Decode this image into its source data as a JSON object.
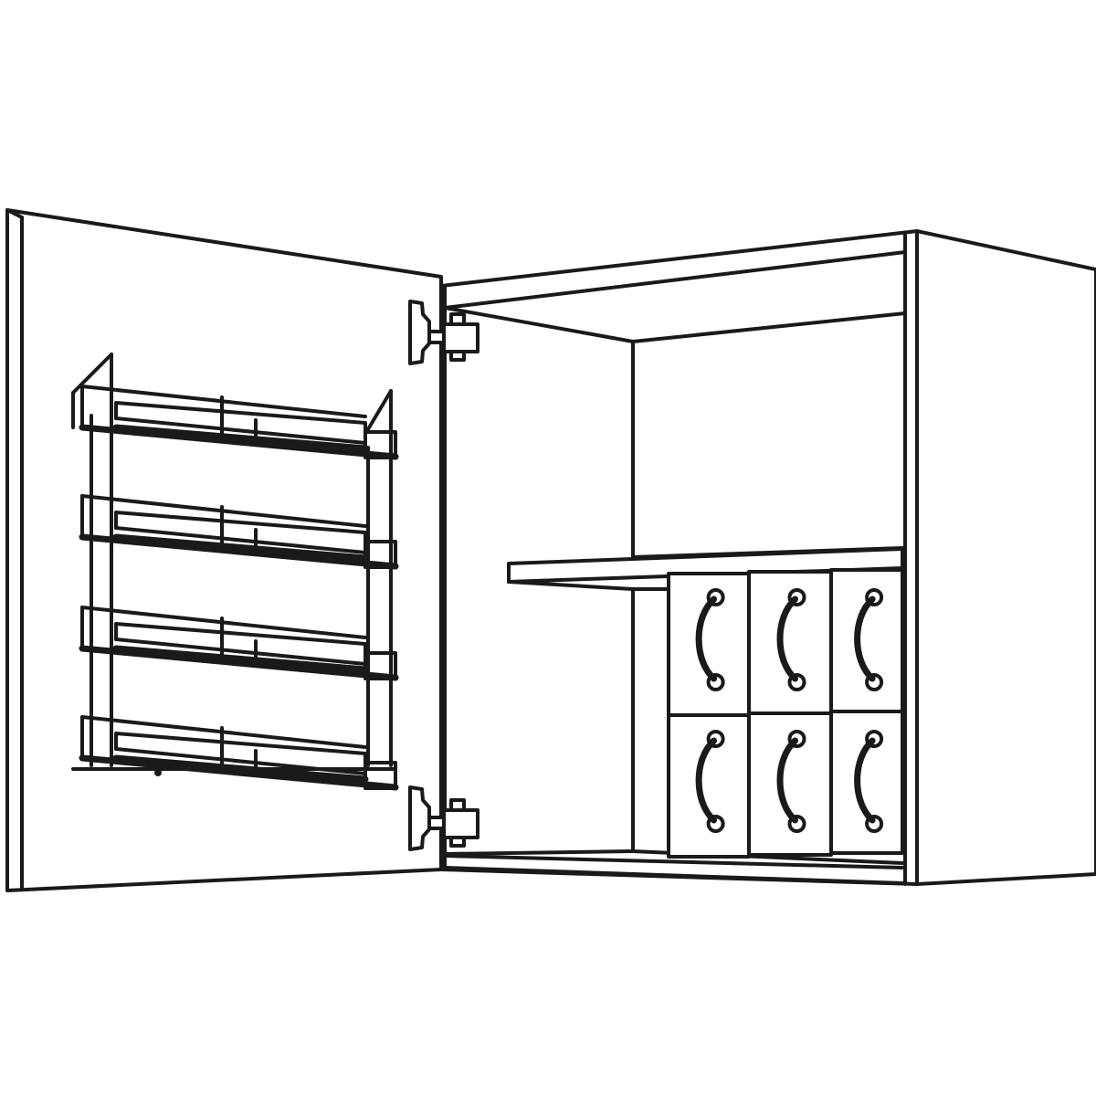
{
  "drawing": {
    "subject": "wall-cabinet-with-open-door",
    "line_color": "#1a1a1a",
    "background_color": "#ffffff",
    "rack_shelves": 4,
    "drawer_rows": 2,
    "drawer_columns": 3,
    "hinges": 2
  }
}
